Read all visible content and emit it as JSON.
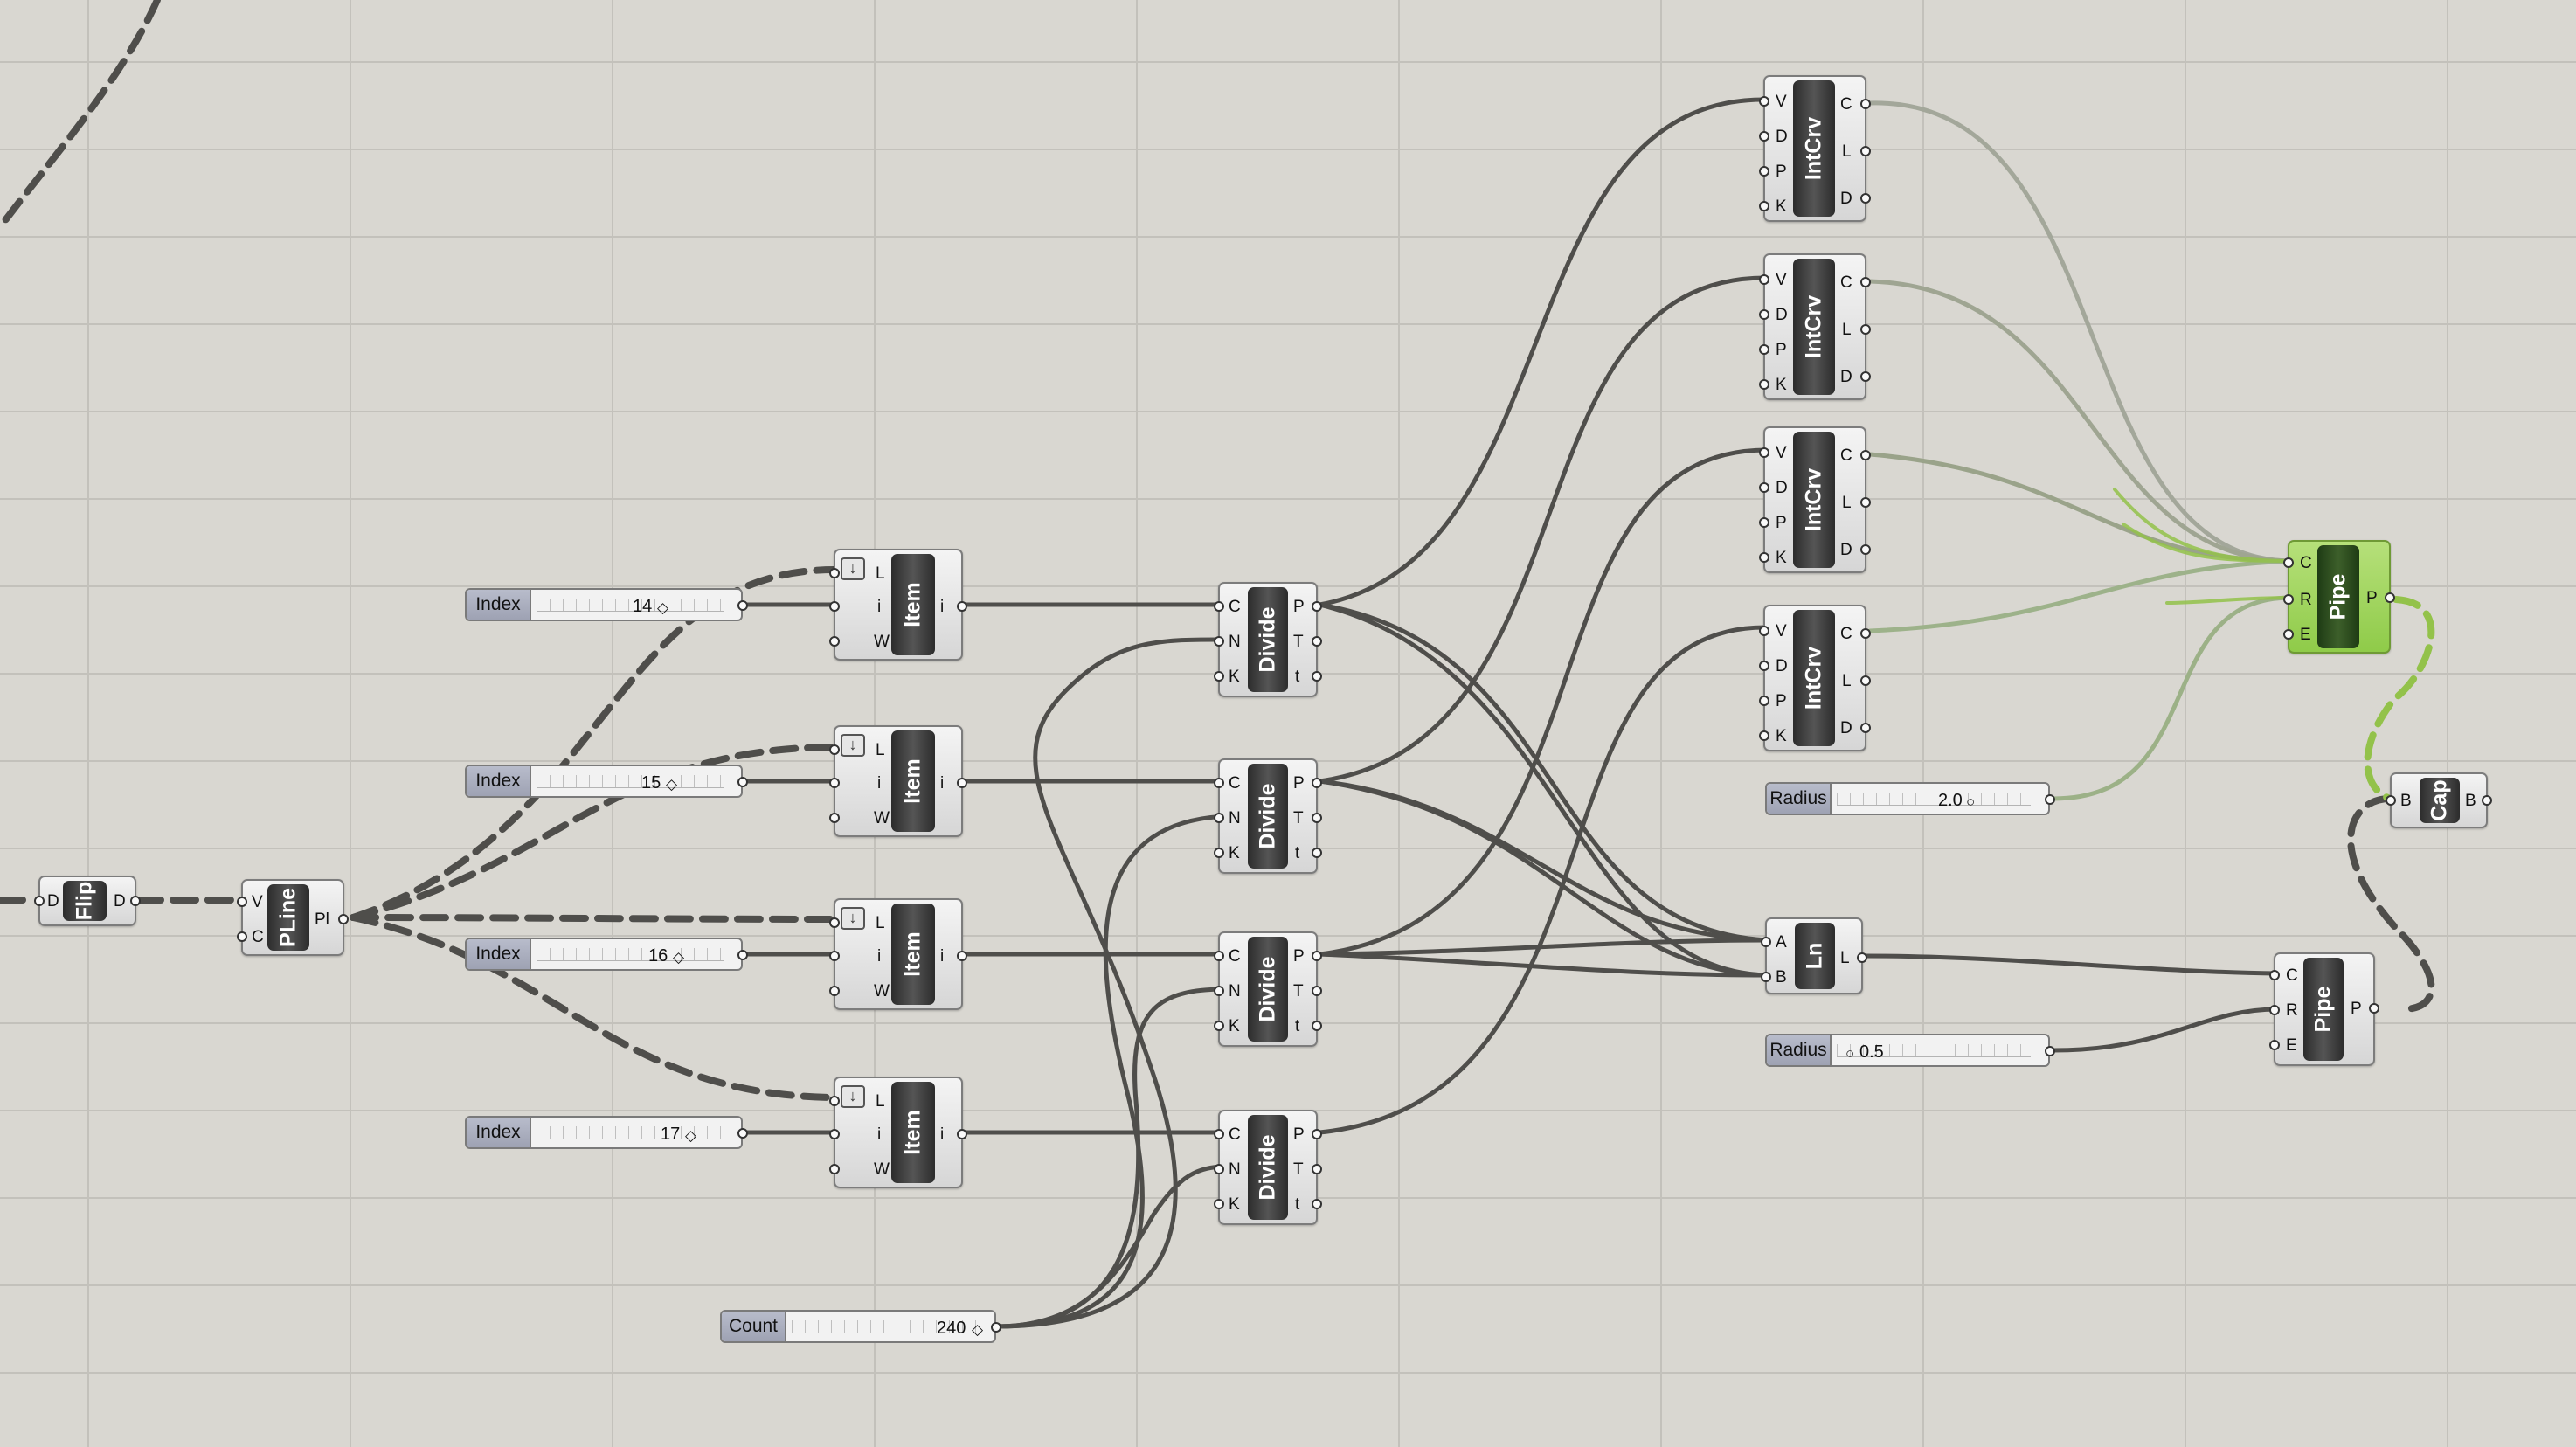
{
  "flip": {
    "name": "Flip",
    "inputs": [
      "D"
    ],
    "outputs": [
      "D"
    ]
  },
  "pline": {
    "name": "PLine",
    "inputs": [
      "V",
      "C"
    ],
    "outputs": [
      "Pl"
    ]
  },
  "index_sliders": [
    {
      "name": "Index",
      "value": "14"
    },
    {
      "name": "Index",
      "value": "15"
    },
    {
      "name": "Index",
      "value": "16"
    },
    {
      "name": "Index",
      "value": "17"
    }
  ],
  "count_slider": {
    "name": "Count",
    "value": "240"
  },
  "item": {
    "name": "Item",
    "inputs": [
      "L",
      "i",
      "W"
    ],
    "outputs": [
      "i"
    ]
  },
  "divide": {
    "name": "Divide",
    "inputs": [
      "C",
      "N",
      "K"
    ],
    "outputs": [
      "P",
      "T",
      "t"
    ]
  },
  "intcrv": {
    "name": "IntCrv",
    "inputs": [
      "V",
      "D",
      "P",
      "K"
    ],
    "outputs": [
      "C",
      "L",
      "D"
    ]
  },
  "ln": {
    "name": "Ln",
    "inputs": [
      "A",
      "B"
    ],
    "outputs": [
      "L"
    ]
  },
  "pipe": {
    "name": "Pipe",
    "inputs": [
      "C",
      "R",
      "E"
    ],
    "outputs": [
      "P"
    ]
  },
  "cap": {
    "name": "Cap",
    "inputs": [
      "B"
    ],
    "outputs": [
      "B"
    ]
  },
  "radius_sliders": [
    {
      "name": "Radius",
      "value": "2.0"
    },
    {
      "name": "Radius",
      "value": "0.5"
    }
  ],
  "colors": {
    "canvas": "#d9d7d1",
    "grid": "#c3c1bb",
    "wire": "#4f4e4b",
    "wire_selected": "#93c24a",
    "component_selected": "#8fcb49"
  }
}
